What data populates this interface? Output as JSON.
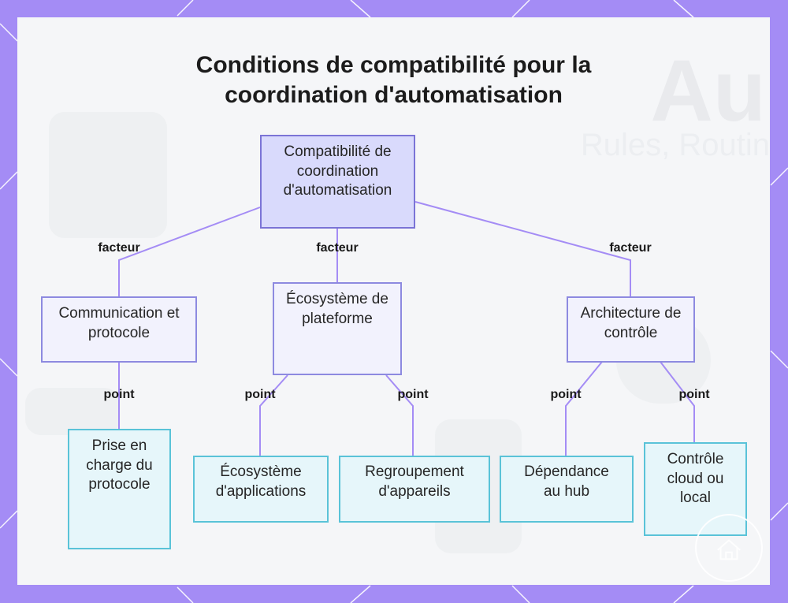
{
  "title_lines": [
    "Conditions de compatibilité pour la",
    "coordination d'automatisation"
  ],
  "background_text": [
    "Au",
    "Rules, Routin"
  ],
  "colors": {
    "frame": "#a48cf5",
    "root_fill": "#d9dafc",
    "root_border": "#7b74d6",
    "factor_fill": "#f2f2fd",
    "factor_border": "#8d8ae0",
    "leaf_fill": "#e6f6fa",
    "leaf_border": "#5ac3d8",
    "connector": "#a48cf5"
  },
  "root": {
    "label": "Compatibilité de coordination d'automatisation"
  },
  "factors": [
    {
      "label": "Communication et protocole",
      "edge_label": "facteur",
      "points": [
        {
          "label": "Prise en charge du protocole",
          "edge_label": "point"
        }
      ]
    },
    {
      "label": "Écosystème de plateforme",
      "edge_label": "facteur",
      "points": [
        {
          "label": "Écosystème d'applications",
          "edge_label": "point"
        },
        {
          "label": "Regroupement d'appareils",
          "edge_label": "point"
        }
      ]
    },
    {
      "label": "Architecture de contrôle",
      "edge_label": "facteur",
      "points": [
        {
          "label": "Dépendance au hub",
          "edge_label": "point"
        },
        {
          "label": "Contrôle cloud ou local",
          "edge_label": "point"
        }
      ]
    }
  ],
  "watermark_icon": "home-icon"
}
